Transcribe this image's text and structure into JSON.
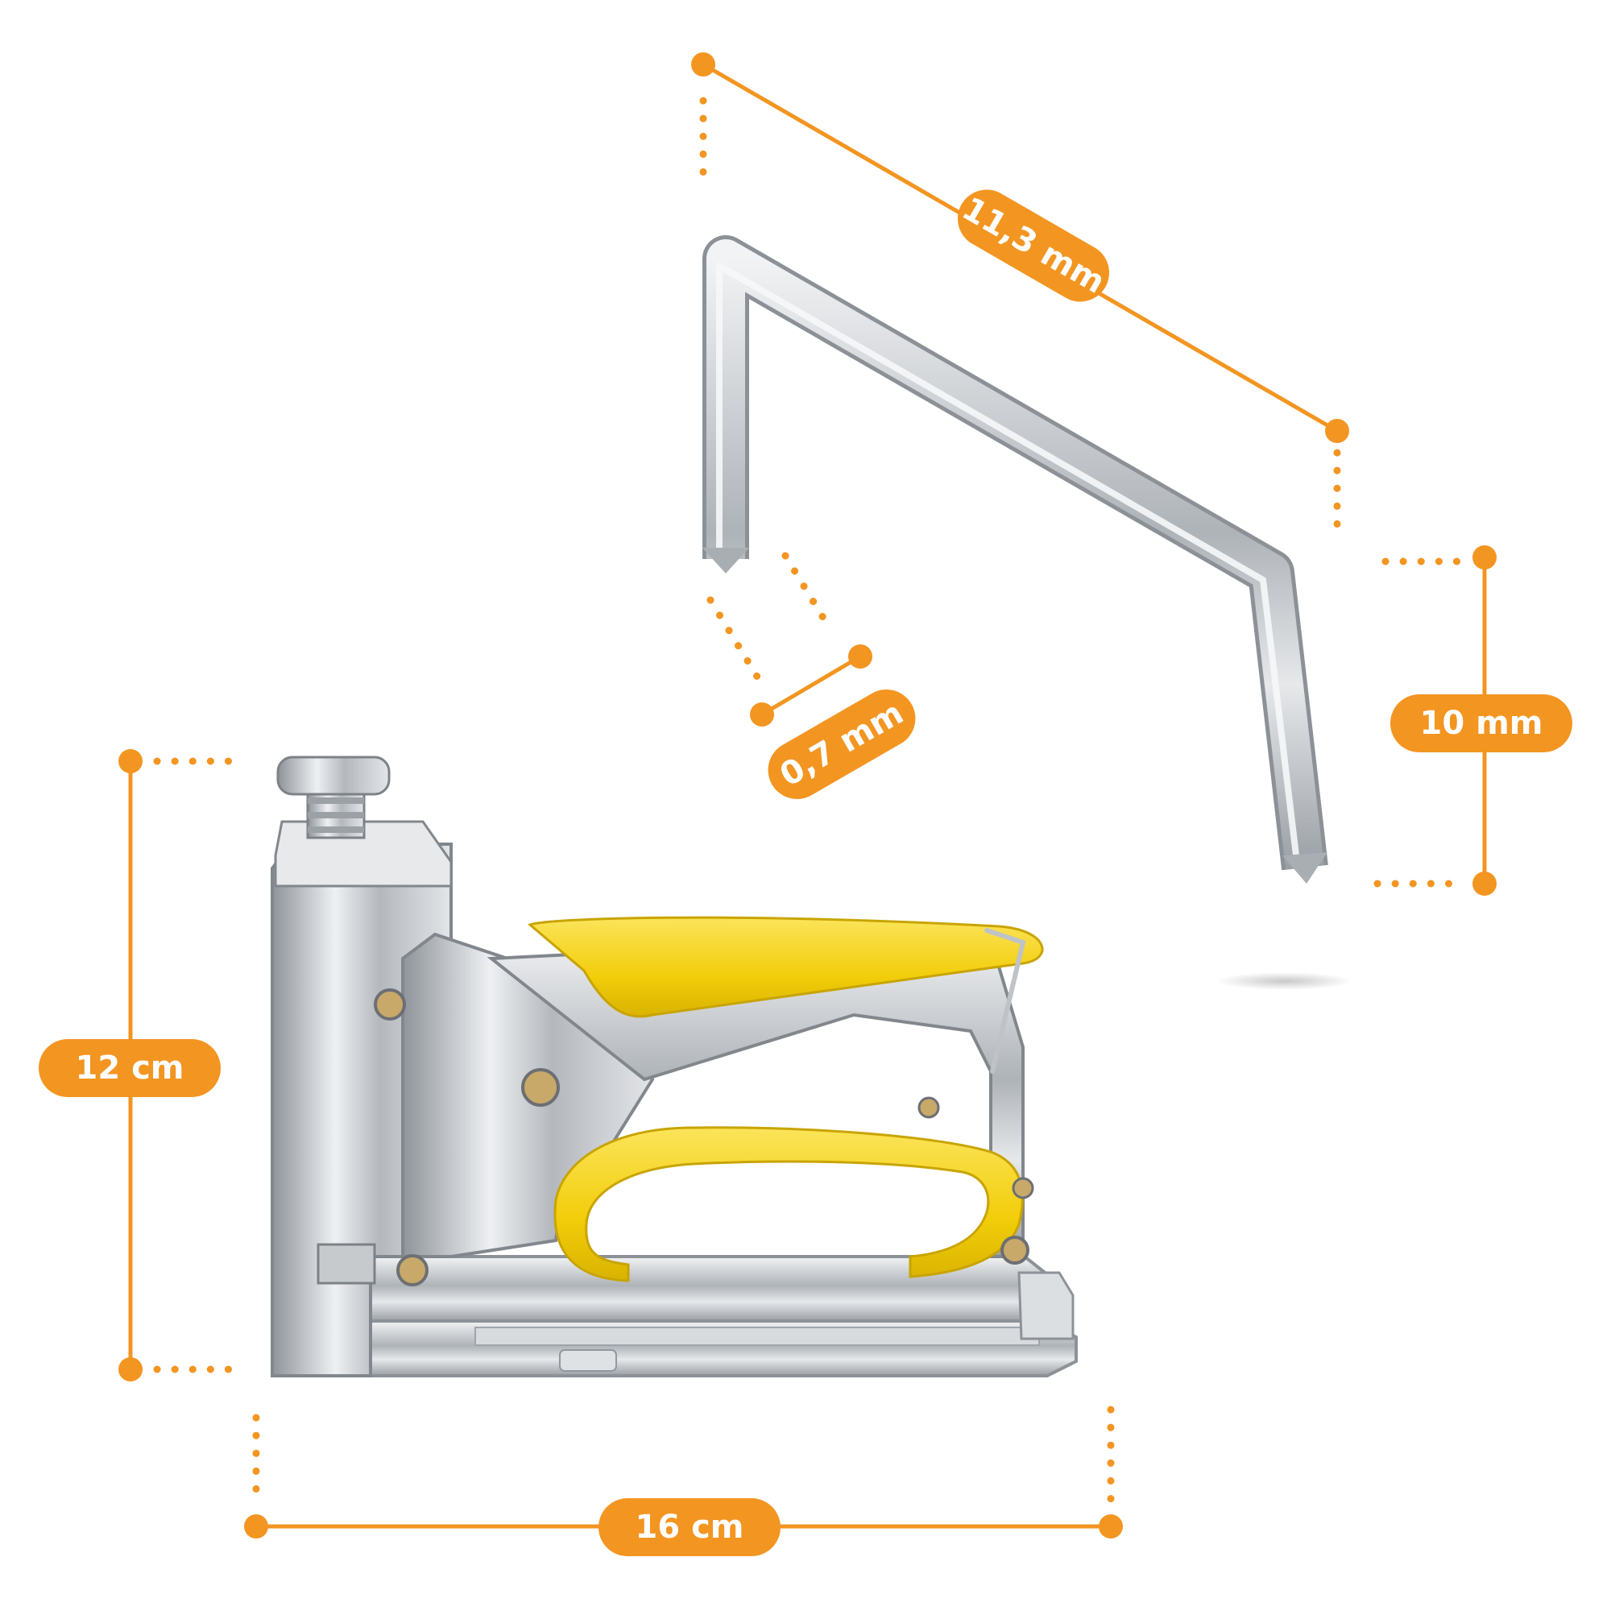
{
  "colors": {
    "accent": "#f39521",
    "metal": "#c9ccd0",
    "grip": "#f5d20f"
  },
  "staple": {
    "length_label": "11,3 mm",
    "wire_label": "0,7 mm",
    "height_label": "10 mm"
  },
  "stapler": {
    "height_label": "12 cm",
    "width_label": "16 cm"
  }
}
